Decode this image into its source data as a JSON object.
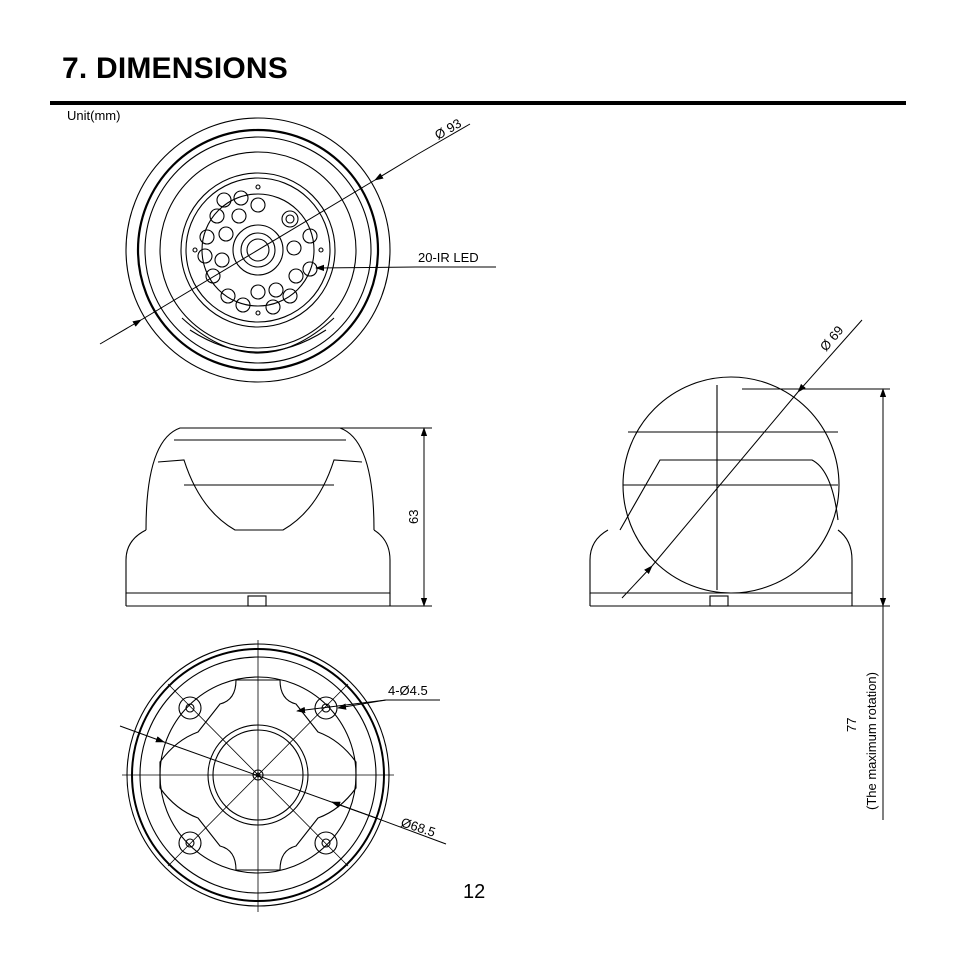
{
  "header": {
    "title": "7. DIMENSIONS",
    "unit": "Unit(mm)"
  },
  "dimensions": {
    "front_diameter": "Ø 93",
    "ir_led": "20-IR LED",
    "height": "63",
    "tilted_diameter": "Ø 69",
    "max_rotation_value": "77",
    "max_rotation_note": "(The maximum rotation)",
    "mount_holes": "4-Ø4.5",
    "base_diameter": "Ø68.5"
  },
  "footer": {
    "page_number": "12"
  }
}
